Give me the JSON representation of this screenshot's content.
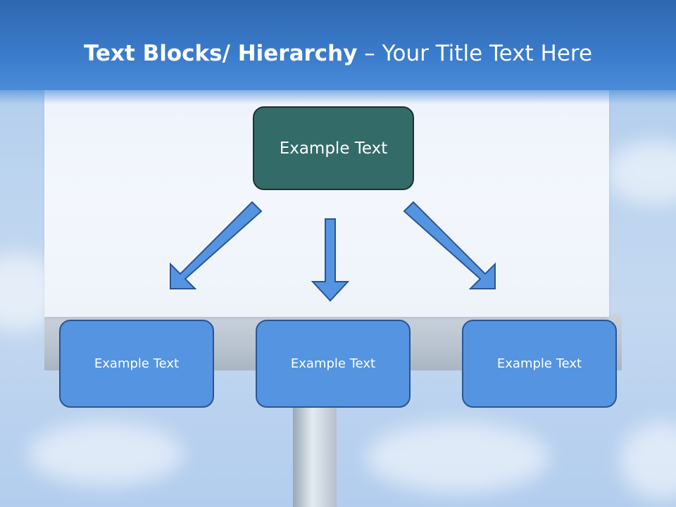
{
  "title": {
    "bold": "Text Blocks/ Hierarchy",
    "separator": " – ",
    "rest": "Your Title Text Here"
  },
  "diagram": {
    "root": {
      "label": "Example Text"
    },
    "children": [
      {
        "label": "Example Text"
      },
      {
        "label": "Example Text"
      },
      {
        "label": "Example Text"
      }
    ]
  },
  "colors": {
    "title_bar": "#3a7bcb",
    "root_fill": "#336b68",
    "child_fill": "#5594e0",
    "arrow_fill": "#5594e0",
    "arrow_stroke": "#2a5592"
  }
}
